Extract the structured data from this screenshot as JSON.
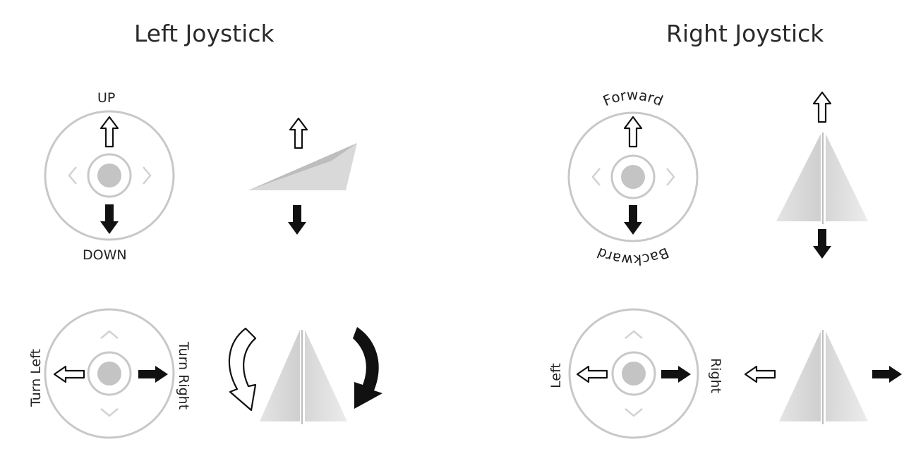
{
  "left_joystick": {
    "title": "Left Joystick",
    "throttle": {
      "up_label": "UP",
      "down_label": "DOWN"
    },
    "yaw": {
      "left_label": "Turn Left",
      "right_label": "Turn Right"
    }
  },
  "right_joystick": {
    "title": "Right Joystick",
    "pitch": {
      "forward_label": "Forward",
      "backward_label": "Backward"
    },
    "roll": {
      "left_label": "Left",
      "right_label": "Right"
    }
  }
}
